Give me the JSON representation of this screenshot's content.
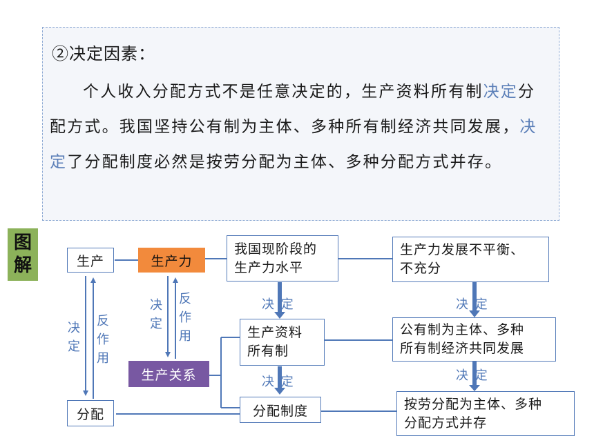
{
  "text_panel": {
    "heading": "②决定因素：",
    "p_seg1": "个人收入分配方式不是任意决定的，生产资料所有制",
    "p_seg2": "决定",
    "p_seg3": "分配方式。我国坚持公有制为主体、多种所有制经济共同发展，",
    "p_seg4": "决定",
    "p_seg5": "了分配制度必然是按劳分配为主体、多种分配方式并存。"
  },
  "badge": {
    "line1": "图",
    "line2": "解"
  },
  "diagram": {
    "production": "生产",
    "distribution": "分配",
    "productive_forces": "生产力",
    "relations_of_production": "生产关系",
    "forces_level_1": "我国现阶段的",
    "forces_level_2": "生产力水平",
    "means_ownership_1": "生产资料",
    "means_ownership_2": "所有制",
    "distribution_system": "分配制度",
    "imbalance_1": "生产力发展不平衡、",
    "imbalance_2": "不充分",
    "public_ownership_1": "公有制为主体、多种",
    "public_ownership_2": "所有制经济共同发展",
    "labor_distribution_1": "按劳分配为主体、多种",
    "labor_distribution_2": "分配方式并存",
    "decide_label": "决 定",
    "decide_v": [
      "决",
      "定"
    ],
    "counteract_v": [
      "反",
      "作",
      "用"
    ],
    "accent_color": "#4f77b7"
  }
}
